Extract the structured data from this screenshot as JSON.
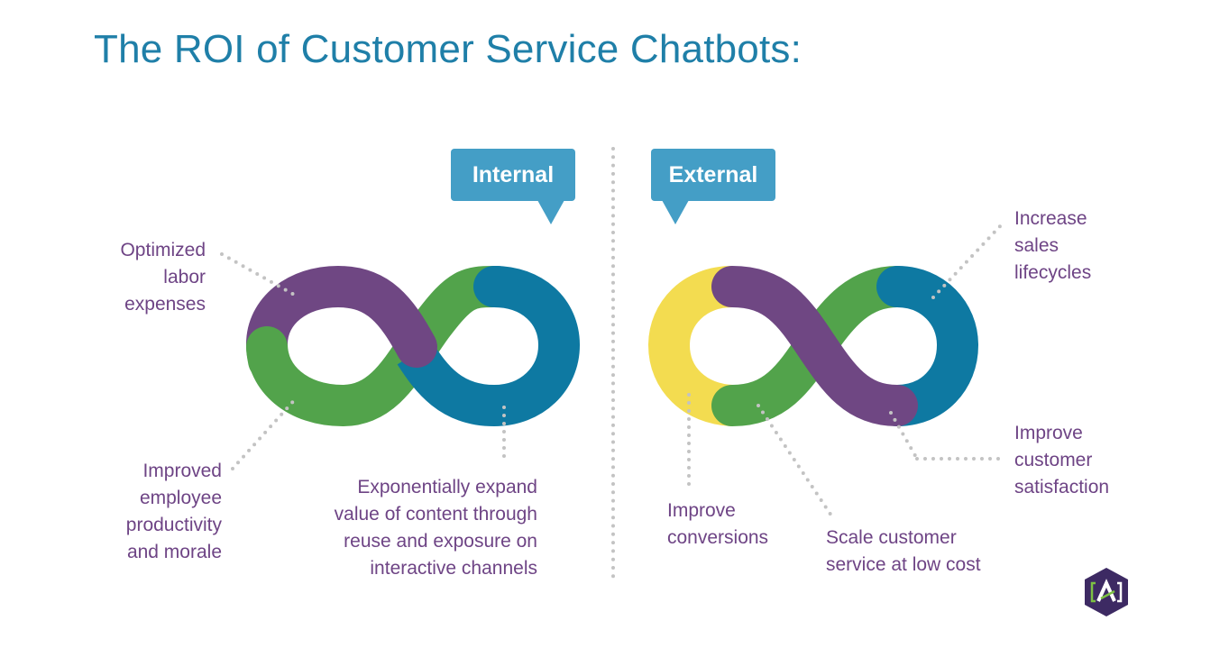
{
  "title": "The ROI of Customer Service Chatbots:",
  "sections": {
    "internal": {
      "label": "Internal",
      "benefits": [
        "Optimized\nlabor\nexpenses",
        "Improved\nemployee\nproductivity\nand morale",
        "Exponentially expand\nvalue of content through\nreuse and exposure on\ninteractive channels"
      ]
    },
    "external": {
      "label": "External",
      "benefits": [
        "Increase\nsales\nlifecycles",
        "Improve\ncustomer\nsatisfaction",
        "Improve\nconversions",
        "Scale customer\nservice at low cost"
      ]
    }
  },
  "colors": {
    "title": "#1f7fa8",
    "bubble": "#449ec6",
    "text": "#6e4485",
    "purple": "#6f4783",
    "green": "#52a34b",
    "blue": "#0e79a2",
    "yellow": "#f3dc50",
    "dots": "#c3c3c3",
    "logo_bg": "#3d2a63",
    "logo_accent": "#7cc143"
  },
  "logo": {
    "letter": "A"
  }
}
